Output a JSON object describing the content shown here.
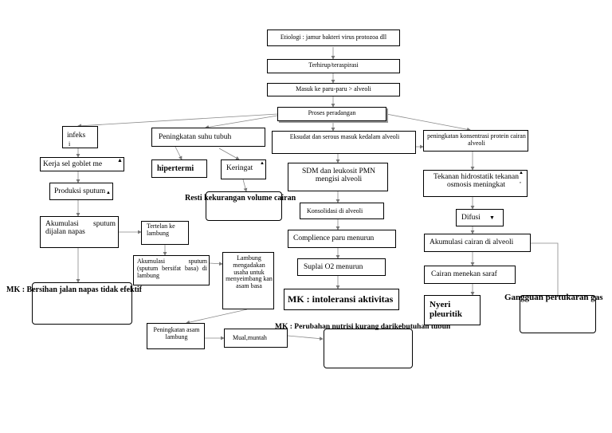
{
  "nodes": {
    "etiologi": "Etiologi : jamur bakteri virus protozoa dll",
    "terhirup": "Terhirup/teraspirasi",
    "masuk": "Masuk ke paru-paru > alveoli",
    "proses": "Proses peradangan",
    "infeksi": "infeks",
    "infeksi_i": "i",
    "suhu": "Peningkatan suhu tubuh",
    "eksudat": "Eksudat dan serous masuk kedalam alveoli",
    "protein": "peningkatan konsentrasi protein cairan alveoli",
    "goblet": "Kerja sel goblet me",
    "hipertermi": "hipertermi",
    "keringat": "Keringat",
    "sdm": "SDM dan leukosit PMN mengisi alveoli",
    "tekanan": "Tekanan hidrostatik tekanan osmosis meningkat",
    "produksi": "Produksi sputum",
    "resti": "Resti kekurangan volume cairan",
    "konsolidasi": "Konsolidasi di alveoli",
    "difusi": "Difusi",
    "akumulasi_sputum": "Akumulasi sputum dijalan napas",
    "tertelan": "Tertelan ke lambung",
    "compliance": "Complience paru menurun",
    "akumulasi_cairan": "Akumulasi cairan di alveoli",
    "akumulasi_lambung": "Akumulasi sputum (sputum bersifat basa) di lambung",
    "lambung_usaha": "Lambung mengadakan usaha untuk menyeimbang kan asam basa",
    "suplai": "Suplai O2 menurun",
    "saraf": "Cairan menekan saraf",
    "mk_bersihan": "MK : Bersihan jalan napas tidak efektif",
    "mk_intoleransi": "MK : intoleransi aktivitas",
    "nyeri": "Nyeri pleuritik",
    "gangguan": "Gangguan pertukaran gas",
    "mk_nutrisi": "MK  :  Perubahan nutrisi kurang darikebutuhan tubuh",
    "asam": "Peningkatan asam lambung",
    "mual": "Mual,muntah"
  },
  "markers": {
    "arrow_up": "▲",
    "arrow_down": "▼",
    "comma": ","
  }
}
